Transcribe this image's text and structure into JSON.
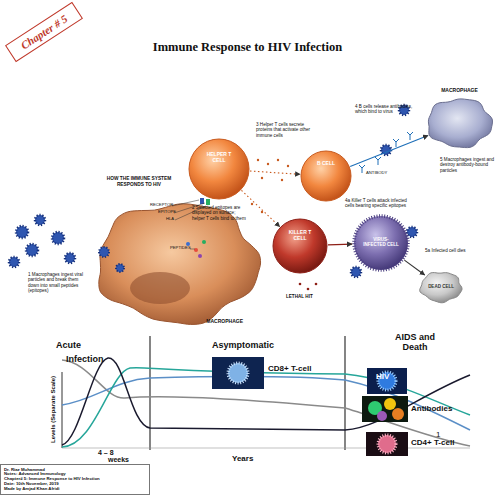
{
  "diagram": {
    "title": "Immune Response to HIV Infection",
    "nodes": [
      {
        "text": [
          "Chapter # 5"
        ]
      },
      {
        "text": [
          "MACROPHAGE"
        ]
      },
      {
        "text": [
          "HELPER T CELL"
        ]
      },
      {
        "text": [
          "B CELL"
        ]
      },
      {
        "text": [
          "KILLER T CELL"
        ]
      },
      {
        "text": [
          "VIRUS-INFECTED CELL"
        ]
      },
      {
        "text": [
          "DEAD CELL"
        ]
      },
      {
        "text": [
          "MACROPHAGE"
        ]
      },
      {
        "text": [
          "Dr. Riaz Muhammad",
          "Notes: Advanced Immunology",
          "Chapter# 5: Immune Response to HIV Infection",
          "Date: 10th November, 2019",
          "Made by Amjad Khan Afridi"
        ]
      }
    ],
    "edges": [
      {
        "from": 2,
        "to": 3,
        "arrow": "to"
      },
      {
        "from": 2,
        "to": 4,
        "arrow": "to"
      },
      {
        "from": 3,
        "to": 1,
        "arrow": "to"
      },
      {
        "from": 4,
        "to": 5,
        "arrow": "to"
      },
      {
        "from": 5,
        "to": 6,
        "arrow": "to"
      }
    ],
    "labels": [
      "HOW THE IMMUNE SYSTEM RESPONDS TO HIV",
      "1 Macrophages ingest viral particles and break them down into small peptides (epitopes)",
      "RECEPTOR",
      "EPITOPE",
      "HLA",
      "PEPTIDES",
      "2 Selected epitopes are displayed on surface; helper T cells bind to them",
      "3 Helper T cells secrete proteins that activate other immune cells",
      "4 B cells release antibodies, which bind to virus",
      "ANTIBODY",
      "5 Macrophages ingest and destroy antibody-bound particles",
      "4a Killer T cells attack infected cells bearing specific epitopes",
      "LETHAL HIT",
      "5a Infected cell dies",
      "Acute",
      "Infection",
      "Asymptomatic",
      "AIDS and Death",
      "CD8+ T-cell",
      "HIV",
      "Antibodies",
      "CD4+ T-cell",
      "Levels (Separate Scale)",
      "4 – 8",
      "weeks",
      "Years",
      "1"
    ]
  }
}
